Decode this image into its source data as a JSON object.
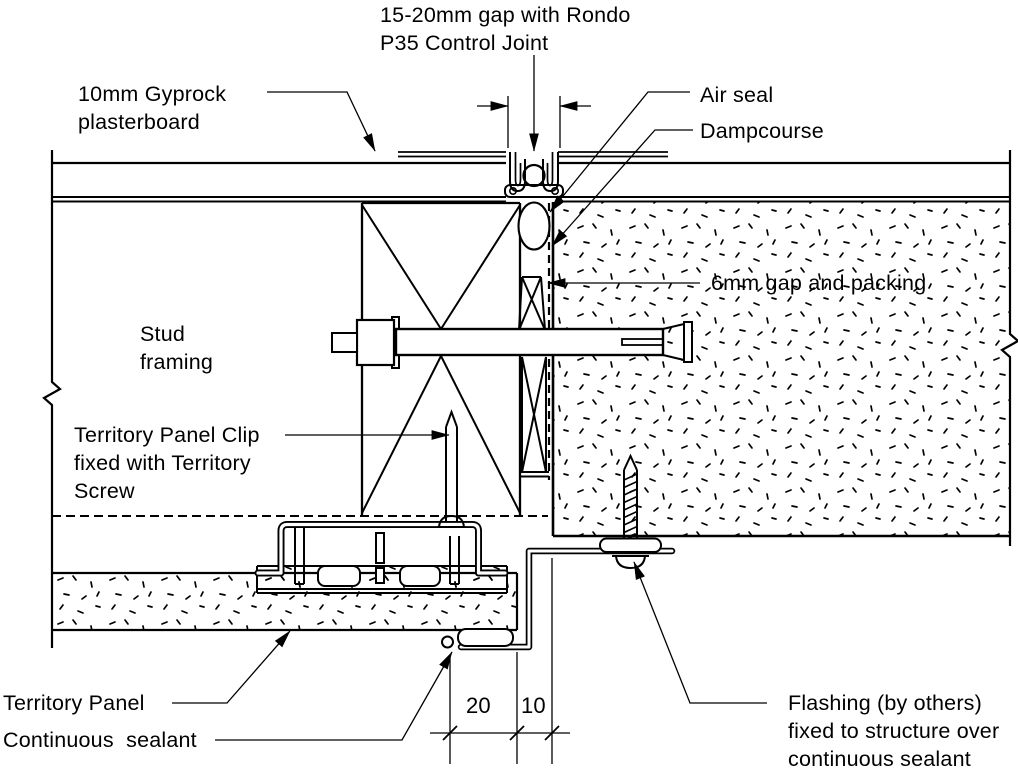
{
  "page": {
    "background": "#ffffff",
    "line_color": "#000000"
  },
  "labels": {
    "gap_note": "15-20mm gap with Rondo\nP35 Control Joint",
    "plasterboard": "10mm Gyprock\nplasterboard",
    "air_seal": "Air seal",
    "dampcourse": "Dampcourse",
    "gap_packing": "6mm gap and packing",
    "stud_framing": "Stud\nframing",
    "panel_clip": "Territory Panel Clip\nfixed with Territory\nScrew",
    "territory_panel": "Territory Panel",
    "continuous_sealant": "Continuous  sealant",
    "flashing": "Flashing (by others)\nfixed to structure over\ncontinuous sealant"
  },
  "dimensions": {
    "gap_width": "20",
    "joint_width": "10"
  }
}
